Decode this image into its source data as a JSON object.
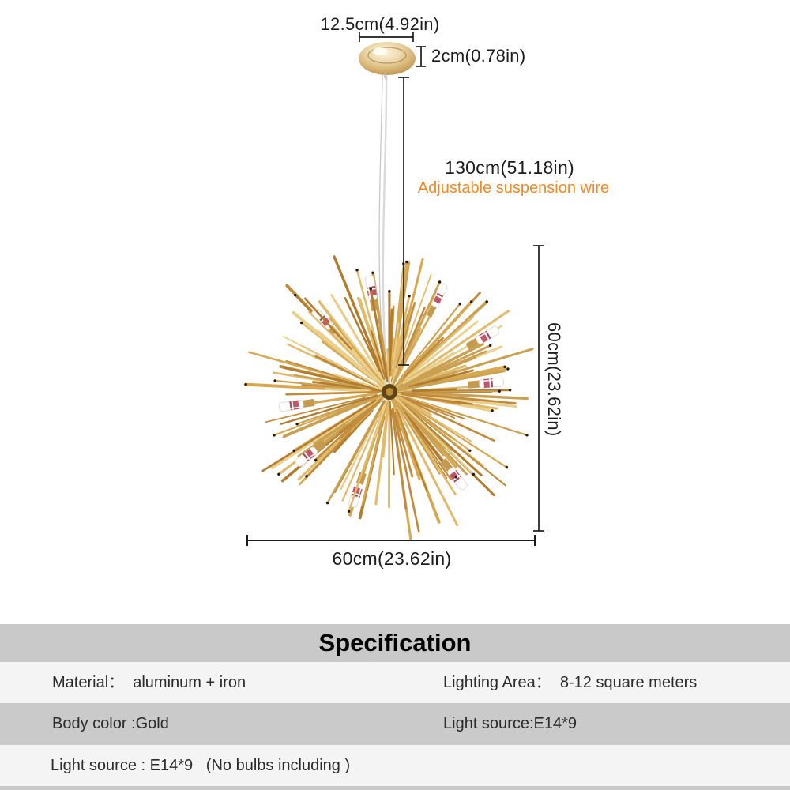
{
  "colors": {
    "accent_orange": "#F08A28",
    "dim_line": "#1c1c1c",
    "band_gray": "#c9c9c9",
    "row_gray": "#cacaca",
    "row_light": "#f4f4f4",
    "gold_palette": [
      "#b27c2e",
      "#c08b3c",
      "#caa052",
      "#d6a851",
      "#e0bb6c",
      "#eacf8d"
    ],
    "bulb_glass": "#ffffff",
    "bulb_label": "#b9445c",
    "wire_gray": "#d9d9d9"
  },
  "annotations": {
    "canopy_width": "12.5cm(4.92in)",
    "canopy_height": "2cm(0.78in)",
    "wire_length": "130cm(51.18in)",
    "wire_note": "Adjustable suspension wire",
    "fixture_height": "60cm(23.62in)",
    "fixture_width": "60cm(23.62in)"
  },
  "specification": {
    "title": "Specification",
    "rows": [
      {
        "left": "Material：  aluminum + iron",
        "right": "Lighting Area：  8-12 square meters"
      },
      {
        "left": "Body color :Gold",
        "right": "Light source:E14*9"
      },
      {
        "left": "Light source : E14*9   (No bulbs including )",
        "right": ""
      }
    ]
  }
}
